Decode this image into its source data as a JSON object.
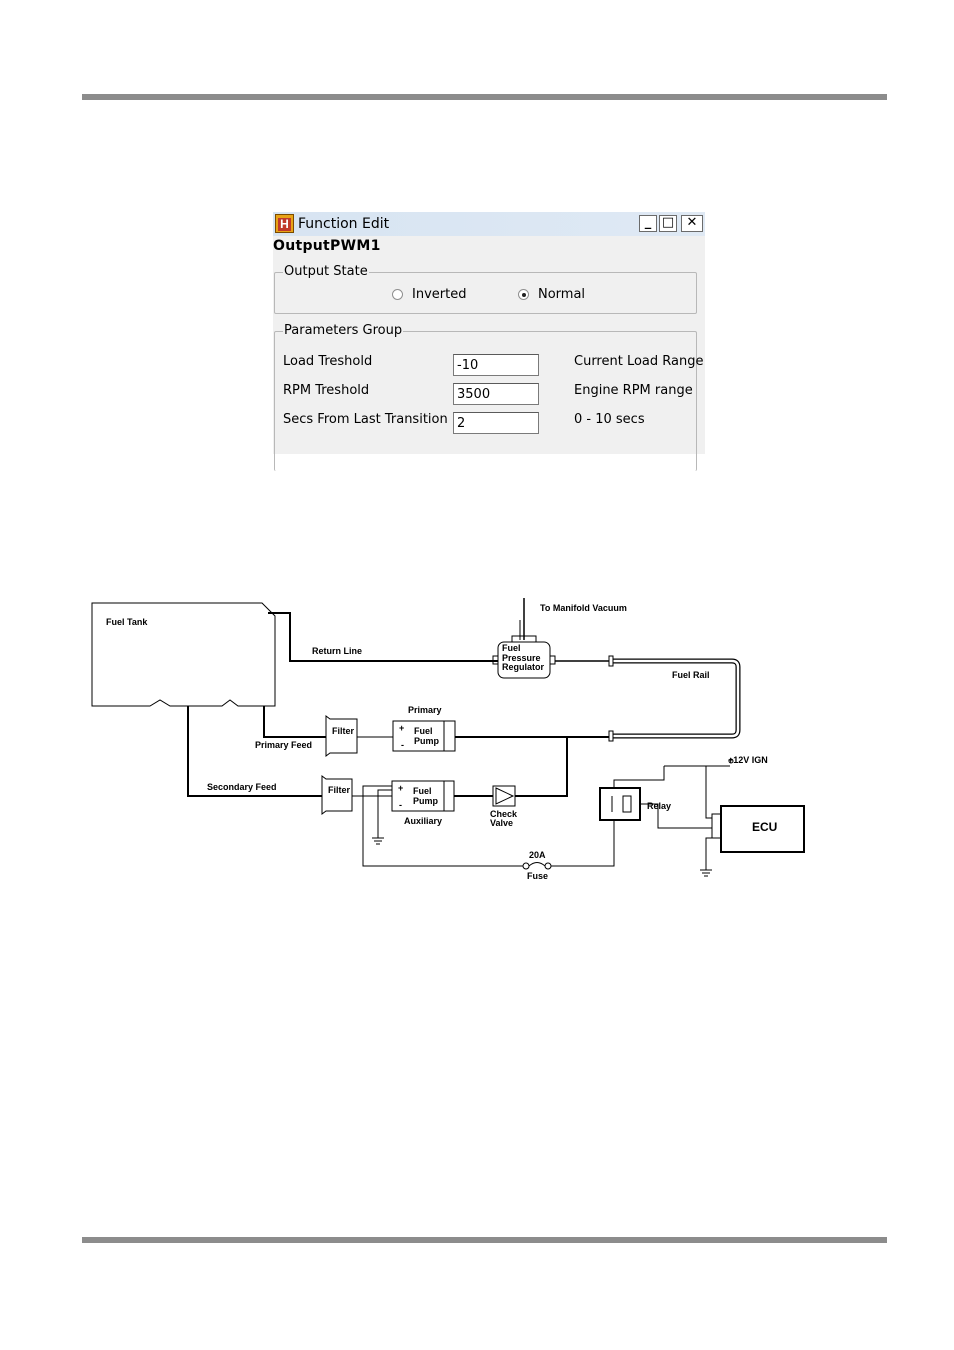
{
  "dialog": {
    "app_icon": "H",
    "title": "Function Edit",
    "controls": {
      "minimize": "_",
      "maximize": "□",
      "close": "✕"
    },
    "function_name": "OutputPWM1",
    "output_state": {
      "label": "Output State",
      "options": [
        {
          "label": "Inverted",
          "selected": false
        },
        {
          "label": "Normal",
          "selected": true
        }
      ]
    },
    "parameters": {
      "label": "Parameters Group",
      "rows": [
        {
          "label": "Load Treshold",
          "value": "-10",
          "range": "Current Load Range"
        },
        {
          "label": "RPM Treshold",
          "value": "3500",
          "range": "Engine RPM range"
        },
        {
          "label": "Secs From Last Transition",
          "value": "2",
          "range": "0 - 10 secs"
        }
      ]
    }
  },
  "diagram": {
    "fuel_tank": "Fuel Tank",
    "return_line": "Return Line",
    "to_manifold_vacuum": "To Manifold Vacuum",
    "fpr": [
      "Fuel",
      "Pressure",
      "Regulator"
    ],
    "fuel_rail": "Fuel Rail",
    "primary": "Primary",
    "primary_feed": "Primary Feed",
    "secondary_feed": "Secondary Feed",
    "filter": "Filter",
    "pump": [
      "Fuel",
      "Pump"
    ],
    "plus": "+",
    "minus": "-",
    "auxiliary": "Auxiliary",
    "check_valve": [
      "Check",
      "Valve"
    ],
    "ign": "+12V IGN",
    "relay": "Relay",
    "ecu": "ECU",
    "fuse_rating": "20A",
    "fuse": "Fuse"
  }
}
